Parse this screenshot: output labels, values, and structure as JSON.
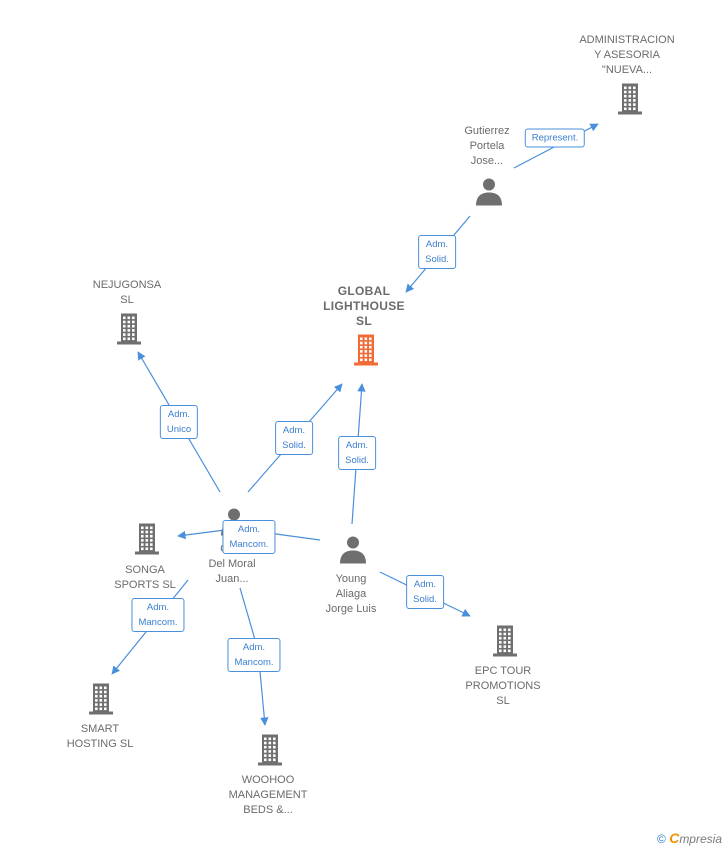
{
  "nodes": [
    {
      "id": "global",
      "label": "GLOBAL\nLIGHTHOUSE\nSL",
      "type": "company",
      "main": true
    },
    {
      "id": "admin",
      "label": "ADMINISTRACION\nY ASESORIA\n\"NUEVA...",
      "type": "company"
    },
    {
      "id": "gutierrez",
      "label": "Gutierrez\nPortela\nJose...",
      "type": "person"
    },
    {
      "id": "nejugonsa",
      "label": "NEJUGONSA\nSL",
      "type": "company"
    },
    {
      "id": "delmoral",
      "label": "Go...\nDel Moral\nJuan...",
      "type": "person"
    },
    {
      "id": "young",
      "label": "Young\nAliaga\nJorge Luis",
      "type": "person"
    },
    {
      "id": "songa",
      "label": "SONGA\nSPORTS SL",
      "type": "company"
    },
    {
      "id": "smart",
      "label": "SMART\nHOSTING  SL",
      "type": "company"
    },
    {
      "id": "woohoo",
      "label": "WOOHOO\nMANAGEMENT\nBEDS &...",
      "type": "company"
    },
    {
      "id": "epc",
      "label": "EPC TOUR\nPROMOTIONS\nSL",
      "type": "company"
    }
  ],
  "edges": [
    {
      "id": "e1",
      "label": "Represent."
    },
    {
      "id": "e2",
      "label": "Adm.\nSolid."
    },
    {
      "id": "e3",
      "label": "Adm.\nUnico"
    },
    {
      "id": "e4",
      "label": "Adm.\nSolid."
    },
    {
      "id": "e5",
      "label": "Adm.\nSolid."
    },
    {
      "id": "e6",
      "label": "Adm.\nMancom."
    },
    {
      "id": "e7",
      "label": "Adm.\nMancom."
    },
    {
      "id": "e8",
      "label": "Adm.\nMancom."
    },
    {
      "id": "e9",
      "label": "Adm.\nSolid."
    }
  ],
  "colors": {
    "edge": "#4a8fdc",
    "icon": "#6f6f6f",
    "main_icon": "#f26a35"
  },
  "footer": {
    "copyright": "©",
    "brand_first": "C",
    "brand_rest": "mpresia"
  }
}
